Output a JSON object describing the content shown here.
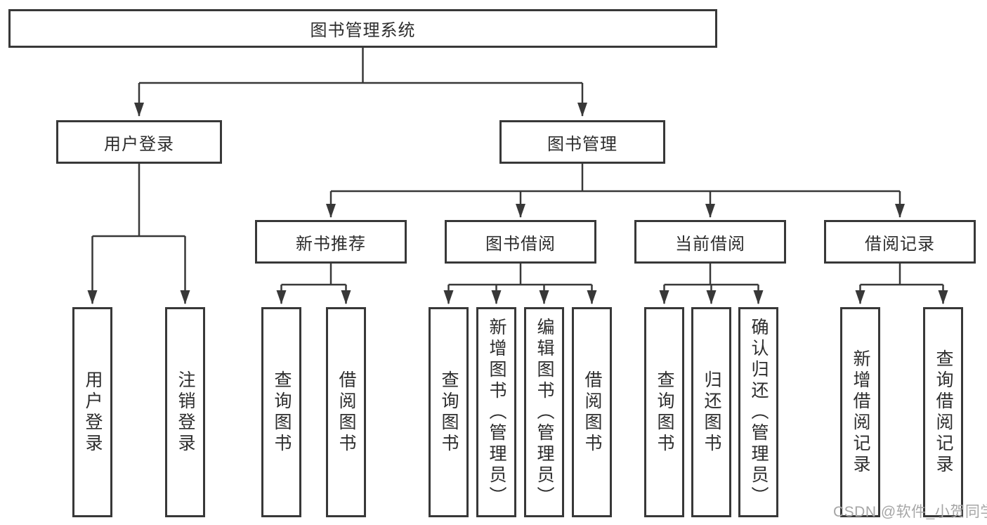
{
  "tree": {
    "root_label": "图书管理系统",
    "children": [
      {
        "label": "用户登录",
        "children": [
          "用户登录",
          "注销登录"
        ]
      },
      {
        "label": "图书管理",
        "children": [
          {
            "label": "新书推荐",
            "children": [
              "查询图书",
              "借阅图书"
            ]
          },
          {
            "label": "图书借阅",
            "children": [
              "查询图书",
              "新增图书（管理员）",
              "编辑图书（管理员）",
              "借阅图书"
            ]
          },
          {
            "label": "当前借阅",
            "children": [
              "查询图书",
              "归还图书",
              "确认归还（管理员）"
            ]
          },
          {
            "label": "借阅记录",
            "children": [
              "新增借阅记录",
              "查询借阅记录"
            ]
          }
        ]
      }
    ]
  },
  "watermark": {
    "text": "CSDN @软件_小贺同学"
  },
  "colors": {
    "line": "#383838",
    "box_border": "#383838",
    "box_fill": "#ffffff",
    "text": "#2d2d2d",
    "watermark": "#a6a6a6",
    "background": "#ffffff"
  }
}
